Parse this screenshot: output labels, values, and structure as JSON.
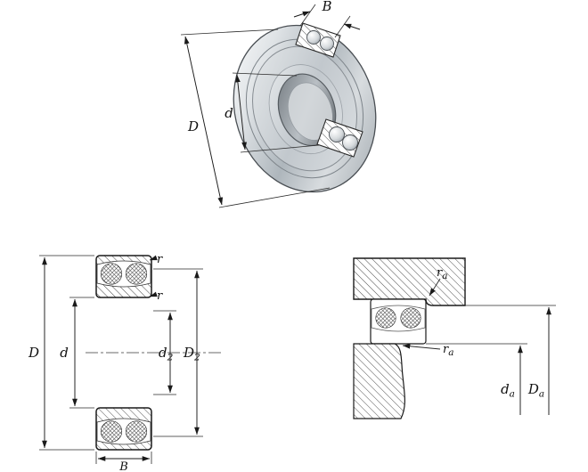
{
  "diagram": {
    "colors": {
      "line": "#1a1a1a",
      "metal_light": "#f2f4f5",
      "metal_mid": "#c7ccd1",
      "metal_dark": "#8f969c",
      "background": "#ffffff"
    },
    "perspective": {
      "labels": {
        "B": "B",
        "D": "D",
        "d": "d"
      }
    },
    "section": {
      "labels": {
        "D": "D",
        "d": "d",
        "d2_main": "d",
        "d2_sub": "2",
        "D2_main": "D",
        "D2_sub": "2",
        "B": "B",
        "r_outer": "r",
        "r_inner": "r"
      }
    },
    "mounting": {
      "labels": {
        "ra_housing_main": "r",
        "ra_housing_sub": "a",
        "ra_shaft_main": "r",
        "ra_shaft_sub": "a",
        "da_main": "d",
        "da_sub": "a",
        "Da_main": "D",
        "Da_sub": "a"
      }
    }
  }
}
